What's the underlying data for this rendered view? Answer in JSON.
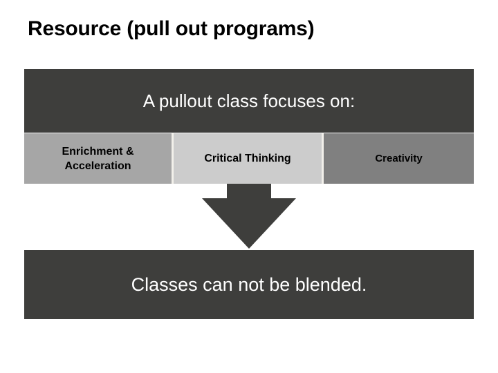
{
  "slide": {
    "title": "Resource (pull out programs)",
    "banner_top": {
      "text": "A pullout class focuses on:",
      "background_color": "#3E3E3C",
      "text_color": "#FFFFFF"
    },
    "focus_boxes": [
      {
        "label": "Enrichment & Acceleration",
        "line1": "Enrichment &",
        "line2": "Acceleration",
        "background_color": "#A6A6A6"
      },
      {
        "label": "Critical Thinking",
        "background_color": "#CCCCCC"
      },
      {
        "label": "Creativity",
        "background_color": "#808080"
      }
    ],
    "arrow": {
      "icon": "down-arrow-icon",
      "direction": "down",
      "color": "#3E3E3C"
    },
    "banner_bottom": {
      "text": "Classes can not be blended.",
      "background_color": "#3E3E3C",
      "text_color": "#FFFFFF"
    }
  }
}
